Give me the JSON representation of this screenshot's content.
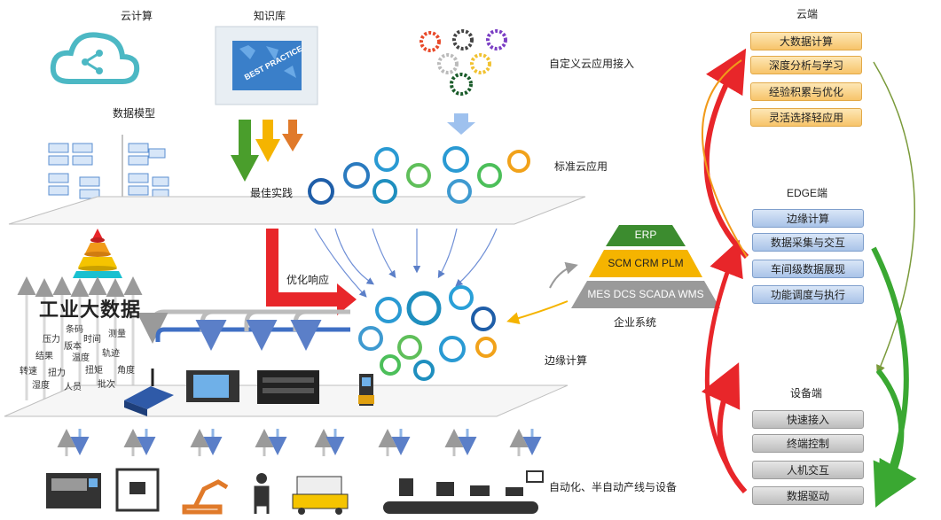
{
  "top": {
    "cloud_computing": "云计算",
    "knowledge_base": "知识库",
    "data_model": "数据模型",
    "custom_cloud_app": "自定义云应用接入",
    "standard_cloud_app": "标准云应用",
    "best_practice": "最佳实践",
    "best_practice_poster": "BEST PRACTICE"
  },
  "middle": {
    "optimize_response": "优化响应",
    "industrial_big_data": "工业大数据",
    "edge_computing": "边缘计算",
    "data_words": [
      "条码",
      "压力",
      "时间",
      "测量",
      "版本",
      "结果",
      "温度",
      "轨迹",
      "转速",
      "扭力",
      "扭矩",
      "角度",
      "湿度",
      "人员",
      "批次"
    ]
  },
  "pyramid": {
    "levels": [
      "ERP",
      "SCM CRM PLM",
      "MES DCS SCADA WMS"
    ],
    "caption": "企业系统"
  },
  "bottom": {
    "automation_lines": "自动化、半自动产线与设备"
  },
  "cloud_end": {
    "title": "云端",
    "items": [
      "大数据计算",
      "深度分析与学习",
      "经验积累与优化",
      "灵活选择轻应用"
    ]
  },
  "edge_end": {
    "title": "EDGE端",
    "items": [
      "边缘计算",
      "数据采集与交互",
      "车间级数据展现",
      "功能调度与执行"
    ]
  },
  "device_end": {
    "title": "设备端",
    "items": [
      "快速接入",
      "终端控制",
      "人机交互",
      "数据驱动"
    ]
  },
  "colors": {
    "cloud_box": "#f7c46a",
    "edge_box": "#a9c3e8",
    "device_box": "#bdbdbd",
    "erp": "#3c8c2f",
    "scm": "#f5b400",
    "mes": "#9a9a9a",
    "red_arrow": "#e8262a",
    "green_arrow": "#3aa832",
    "blue_arrow": "#3f6fc4"
  }
}
